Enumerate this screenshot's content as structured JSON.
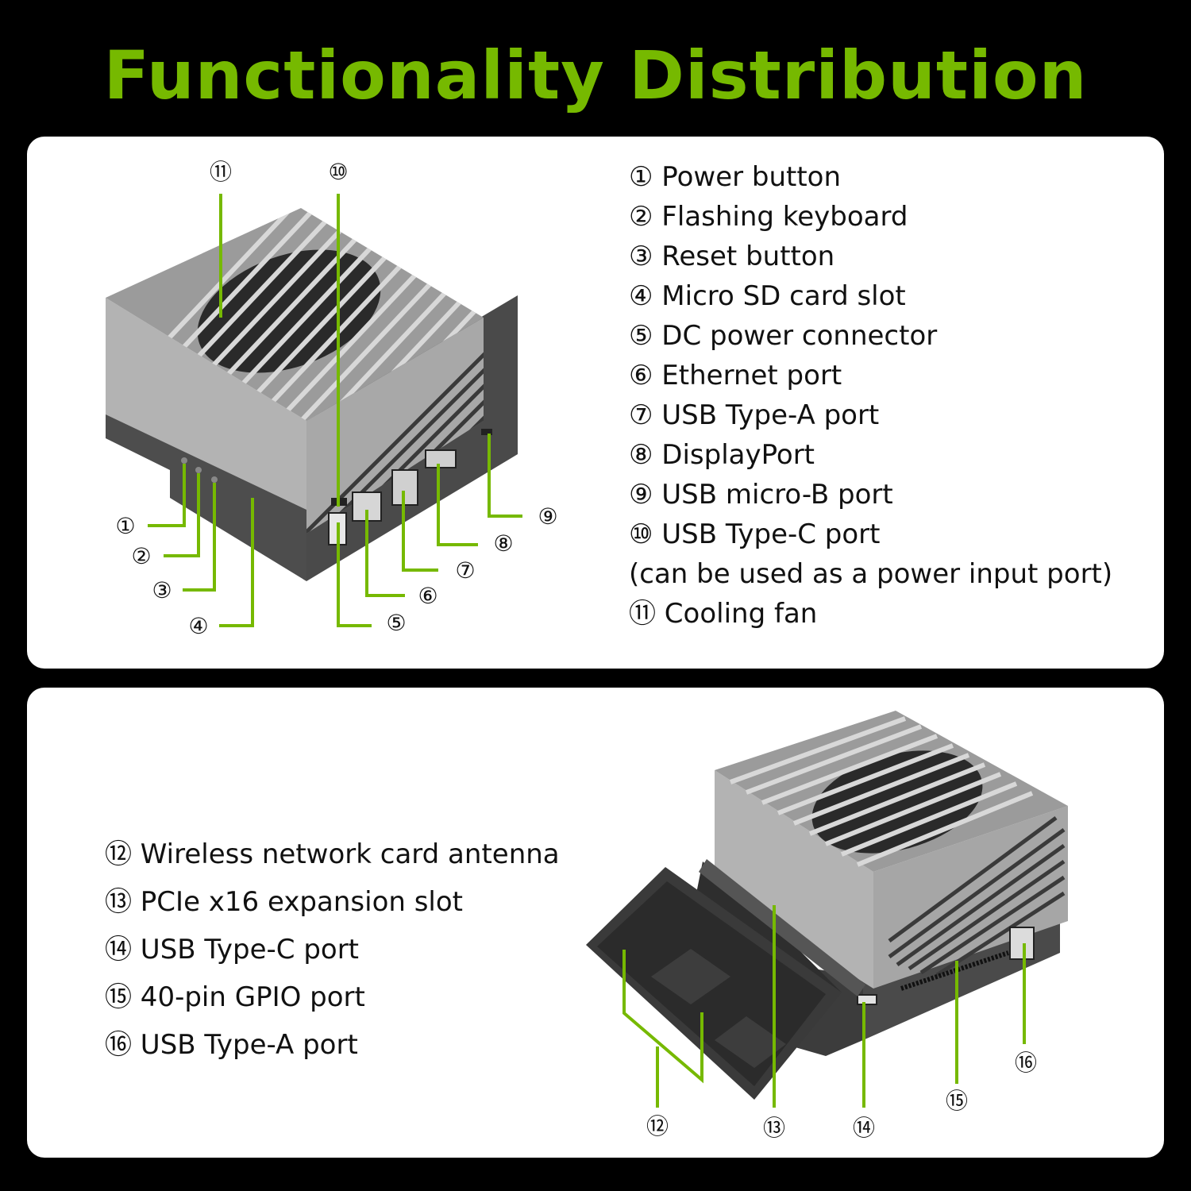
{
  "title": "Functionality Distribution",
  "colors": {
    "background": "#000000",
    "accent_green": "#76b900",
    "panel": "#ffffff",
    "device_light_gray": "#a3a3a3",
    "device_dark_gray": "#4a4a4a"
  },
  "top_panel": {
    "legend": [
      "① Power button",
      "② Flashing keyboard",
      "③ Reset button",
      "④ Micro SD card slot",
      "⑤ DC power connector",
      "⑥ Ethernet port",
      "⑦ USB Type-A port",
      "⑧ DisplayPort",
      "⑨ USB micro-B port",
      "⑩ USB Type-C port",
      "(can be used as a power input port)",
      "⑪ Cooling fan"
    ],
    "callouts": [
      "①",
      "②",
      "③",
      "④",
      "⑤",
      "⑥",
      "⑦",
      "⑧",
      "⑨",
      "⑩",
      "⑪"
    ]
  },
  "bottom_panel": {
    "legend": [
      "⑫ Wireless network card antenna",
      "⑬ PCIe x16 expansion slot",
      "⑭ USB Type-C port",
      "⑮ 40-pin GPIO port",
      "⑯ USB Type-A port"
    ],
    "callouts": [
      "⑫",
      "⑬",
      "⑭",
      "⑮",
      "⑯"
    ]
  }
}
